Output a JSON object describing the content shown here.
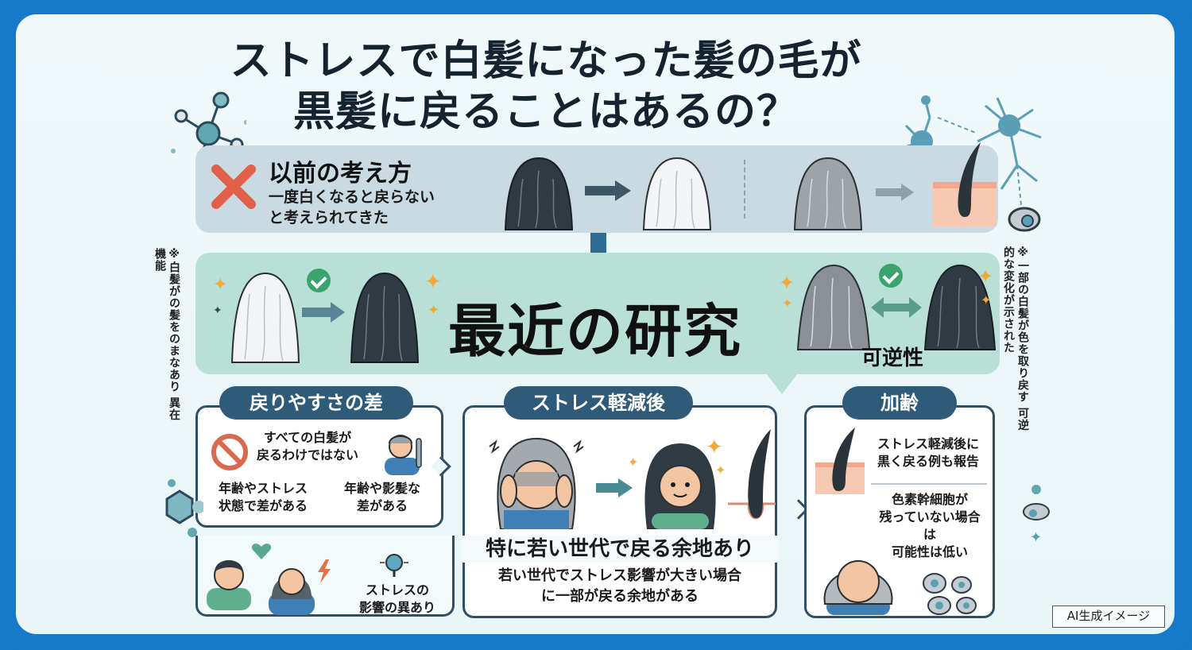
{
  "title": {
    "line1": "ストレスで白髪になった髪の毛が",
    "line2": "黒髪に戻ることはあるの？"
  },
  "old_view": {
    "heading": "以前の考え方",
    "sub_line1": "一度白くなると戻らない",
    "sub_line2": "と考えられてきた",
    "icon": "cross-icon"
  },
  "new_research": {
    "heading": "最近の研究",
    "reversibility_label": "可逆性"
  },
  "side_notes": {
    "left_col1": "※白髪がの髪をのまなあり",
    "left_col2": "異在機能",
    "right_col1": "※一部の白髪が色を取り戻す",
    "right_col2": "可逆的な変化が示された"
  },
  "cards": {
    "difference": {
      "pill": "戻りやすさの差",
      "item1_line1": "すべての白髪が",
      "item1_line2": "戻るわけではない",
      "item2_line1": "年齢やストレス",
      "item2_line2": "状態で差がある",
      "item3_line1": "年齢や影髪な",
      "item3_line2": "差がある",
      "sub_line1": "ストレスの",
      "sub_line2": "影響の異あり"
    },
    "after_stress": {
      "pill": "ストレス軽減後",
      "headline": "特に若い世代で戻る余地あり",
      "sub_line1": "若い世代でストレス影響が大きい場合",
      "sub_line2": "に一部が戻る余地がある"
    },
    "aging": {
      "pill": "加齢",
      "item1_line1": "ストレス軽減後に",
      "item1_line2": "黒く戻る例も報告",
      "item2_line1": "色素幹細胞が",
      "item2_line2": "残っていない場合は",
      "item2_line3": "可能性は低い"
    }
  },
  "footer_badge": "AI生成イメージ",
  "colors": {
    "frame": "#1679c9",
    "old_panel": "#c9dae2",
    "new_panel": "#b8e0d6",
    "pill": "#2f5a78",
    "check": "#3aa46e",
    "cross": "#e2604a",
    "sparkle": "#f2a93b"
  }
}
